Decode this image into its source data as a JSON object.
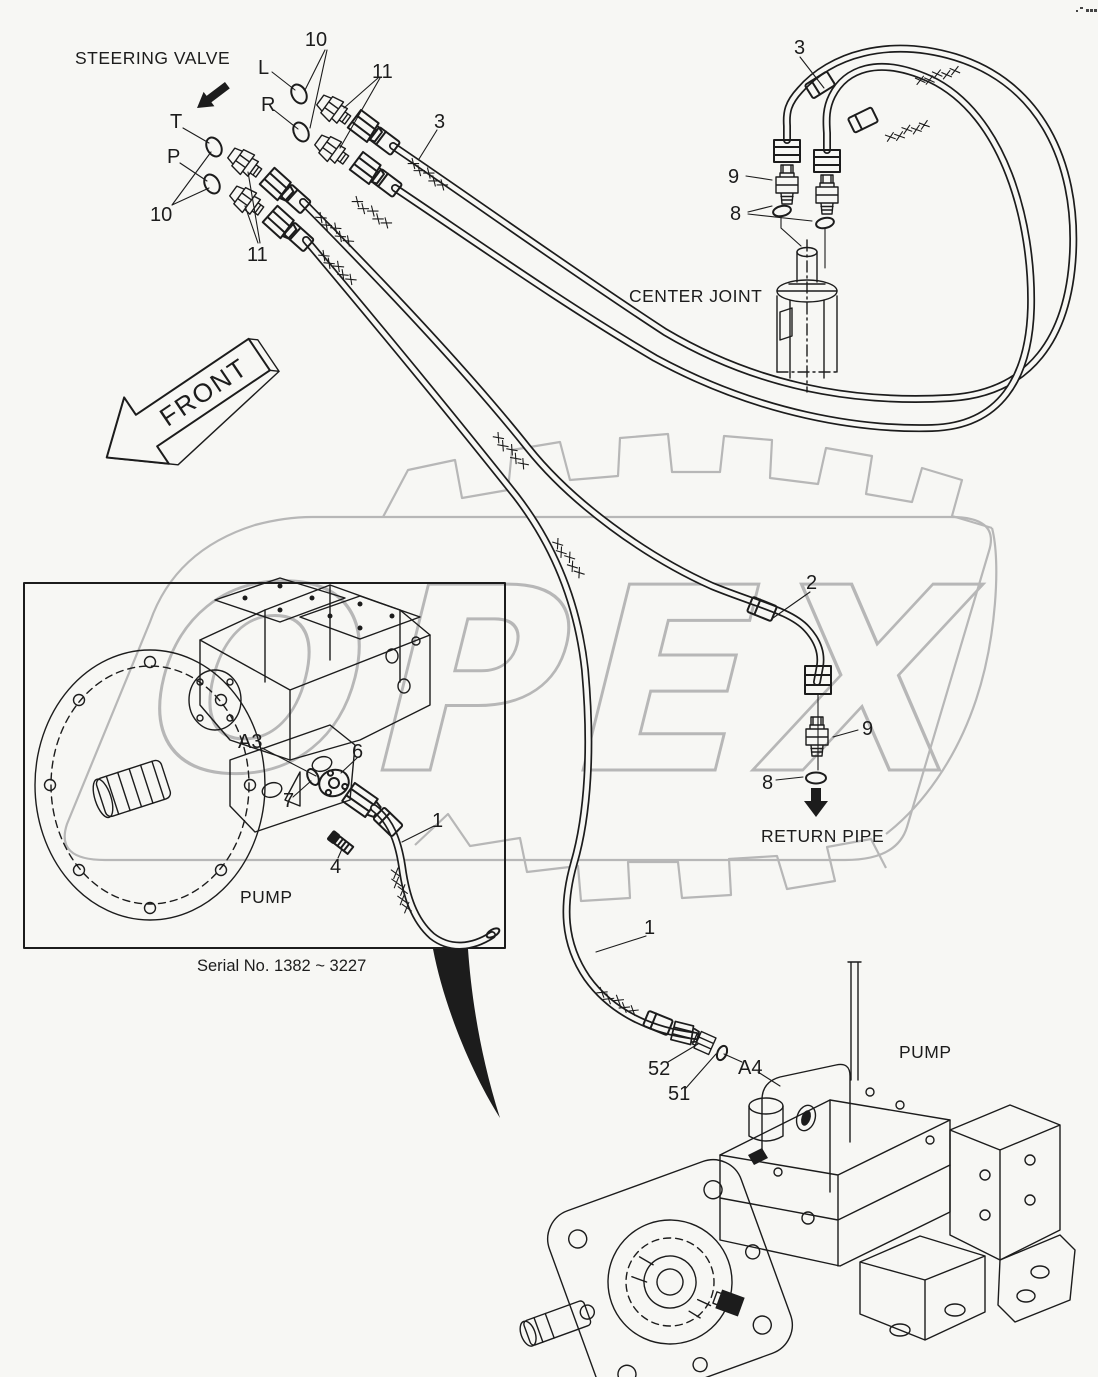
{
  "colors": {
    "background": "#f7f7f4",
    "line_art": "#1c1c1c",
    "watermark": "#b7b7b7"
  },
  "watermark": {
    "text": "OPEX"
  },
  "labels": {
    "steering_valve": "STEERING VALVE",
    "front": "FRONT",
    "center_joint": "CENTER JOINT",
    "return_pipe": "RETURN PIPE",
    "inset_pump": "PUMP",
    "inset_serial": "Serial No. 1382 ~ 3227",
    "main_pump": "PUMP"
  },
  "callouts": {
    "oring_top": "10",
    "port_l": "L",
    "fitting_top": "11",
    "port_r": "R",
    "port_t": "T",
    "port_p": "P",
    "oring_left": "10",
    "fitting_left": "11",
    "hose_3_steering": "3",
    "hose_3_center_joint": "3",
    "adapter_9_center_joint": "9",
    "oring_8_center_joint": "8",
    "hose_2": "2",
    "adapter_9_return": "9",
    "oring_8_return": "8",
    "hose_1": "1",
    "hose_1_inset": "1",
    "port_a3": "A3",
    "flange_6": "6",
    "oring_7": "7",
    "bolt_4": "4",
    "adapter_52": "52",
    "oring_51": "51",
    "port_a4": "A4"
  }
}
